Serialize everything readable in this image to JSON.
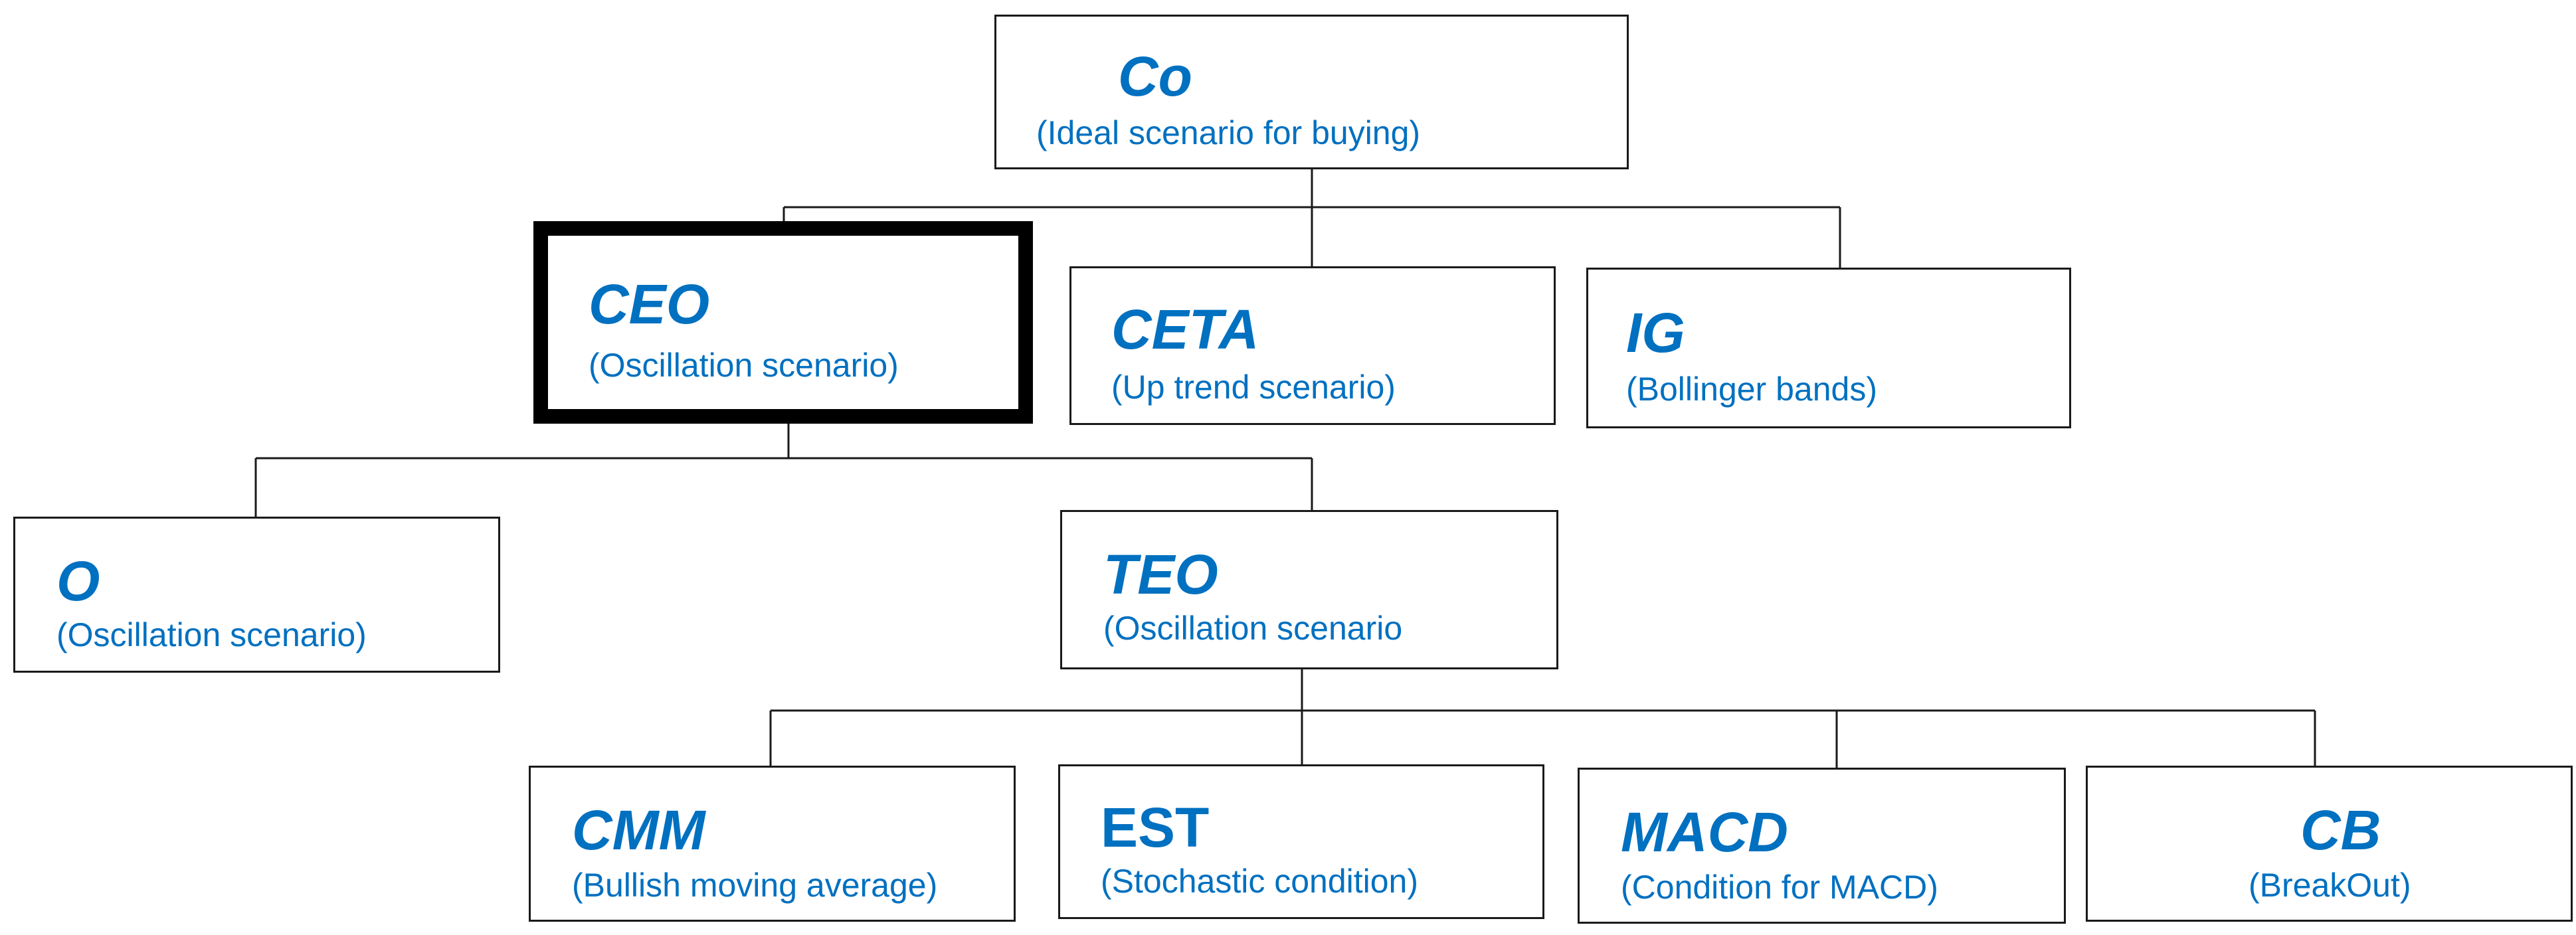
{
  "colors": {
    "text": "#0070c0",
    "border": "#1a1a1a",
    "selected_border": "#000000"
  },
  "nodes": {
    "co": {
      "title": "Co",
      "subtitle": "(Ideal scenario for buying)"
    },
    "ceo": {
      "title": "CEO",
      "subtitle": "(Oscillation scenario)",
      "selected": true
    },
    "ceta": {
      "title": "CETA",
      "subtitle": "(Up trend scenario)"
    },
    "ig": {
      "title": "IG",
      "subtitle": "(Bollinger bands)"
    },
    "o": {
      "title": "O",
      "subtitle": "(Oscillation scenario)"
    },
    "teo": {
      "title": "TEO",
      "subtitle": "(Oscillation scenario"
    },
    "cmm": {
      "title": "CMM",
      "subtitle": "(Bullish moving average)"
    },
    "est": {
      "title": "EST",
      "subtitle": "(Stochastic condition)"
    },
    "macd": {
      "title": "MACD",
      "subtitle": "(Condition for MACD)"
    },
    "cb": {
      "title": "CB",
      "subtitle": "(BreakOut)"
    }
  },
  "edges": [
    [
      "co",
      "ceo"
    ],
    [
      "co",
      "ceta"
    ],
    [
      "co",
      "ig"
    ],
    [
      "ceo",
      "o"
    ],
    [
      "ceo",
      "teo"
    ],
    [
      "teo",
      "cmm"
    ],
    [
      "teo",
      "est"
    ],
    [
      "teo",
      "macd"
    ],
    [
      "teo",
      "cb"
    ]
  ]
}
